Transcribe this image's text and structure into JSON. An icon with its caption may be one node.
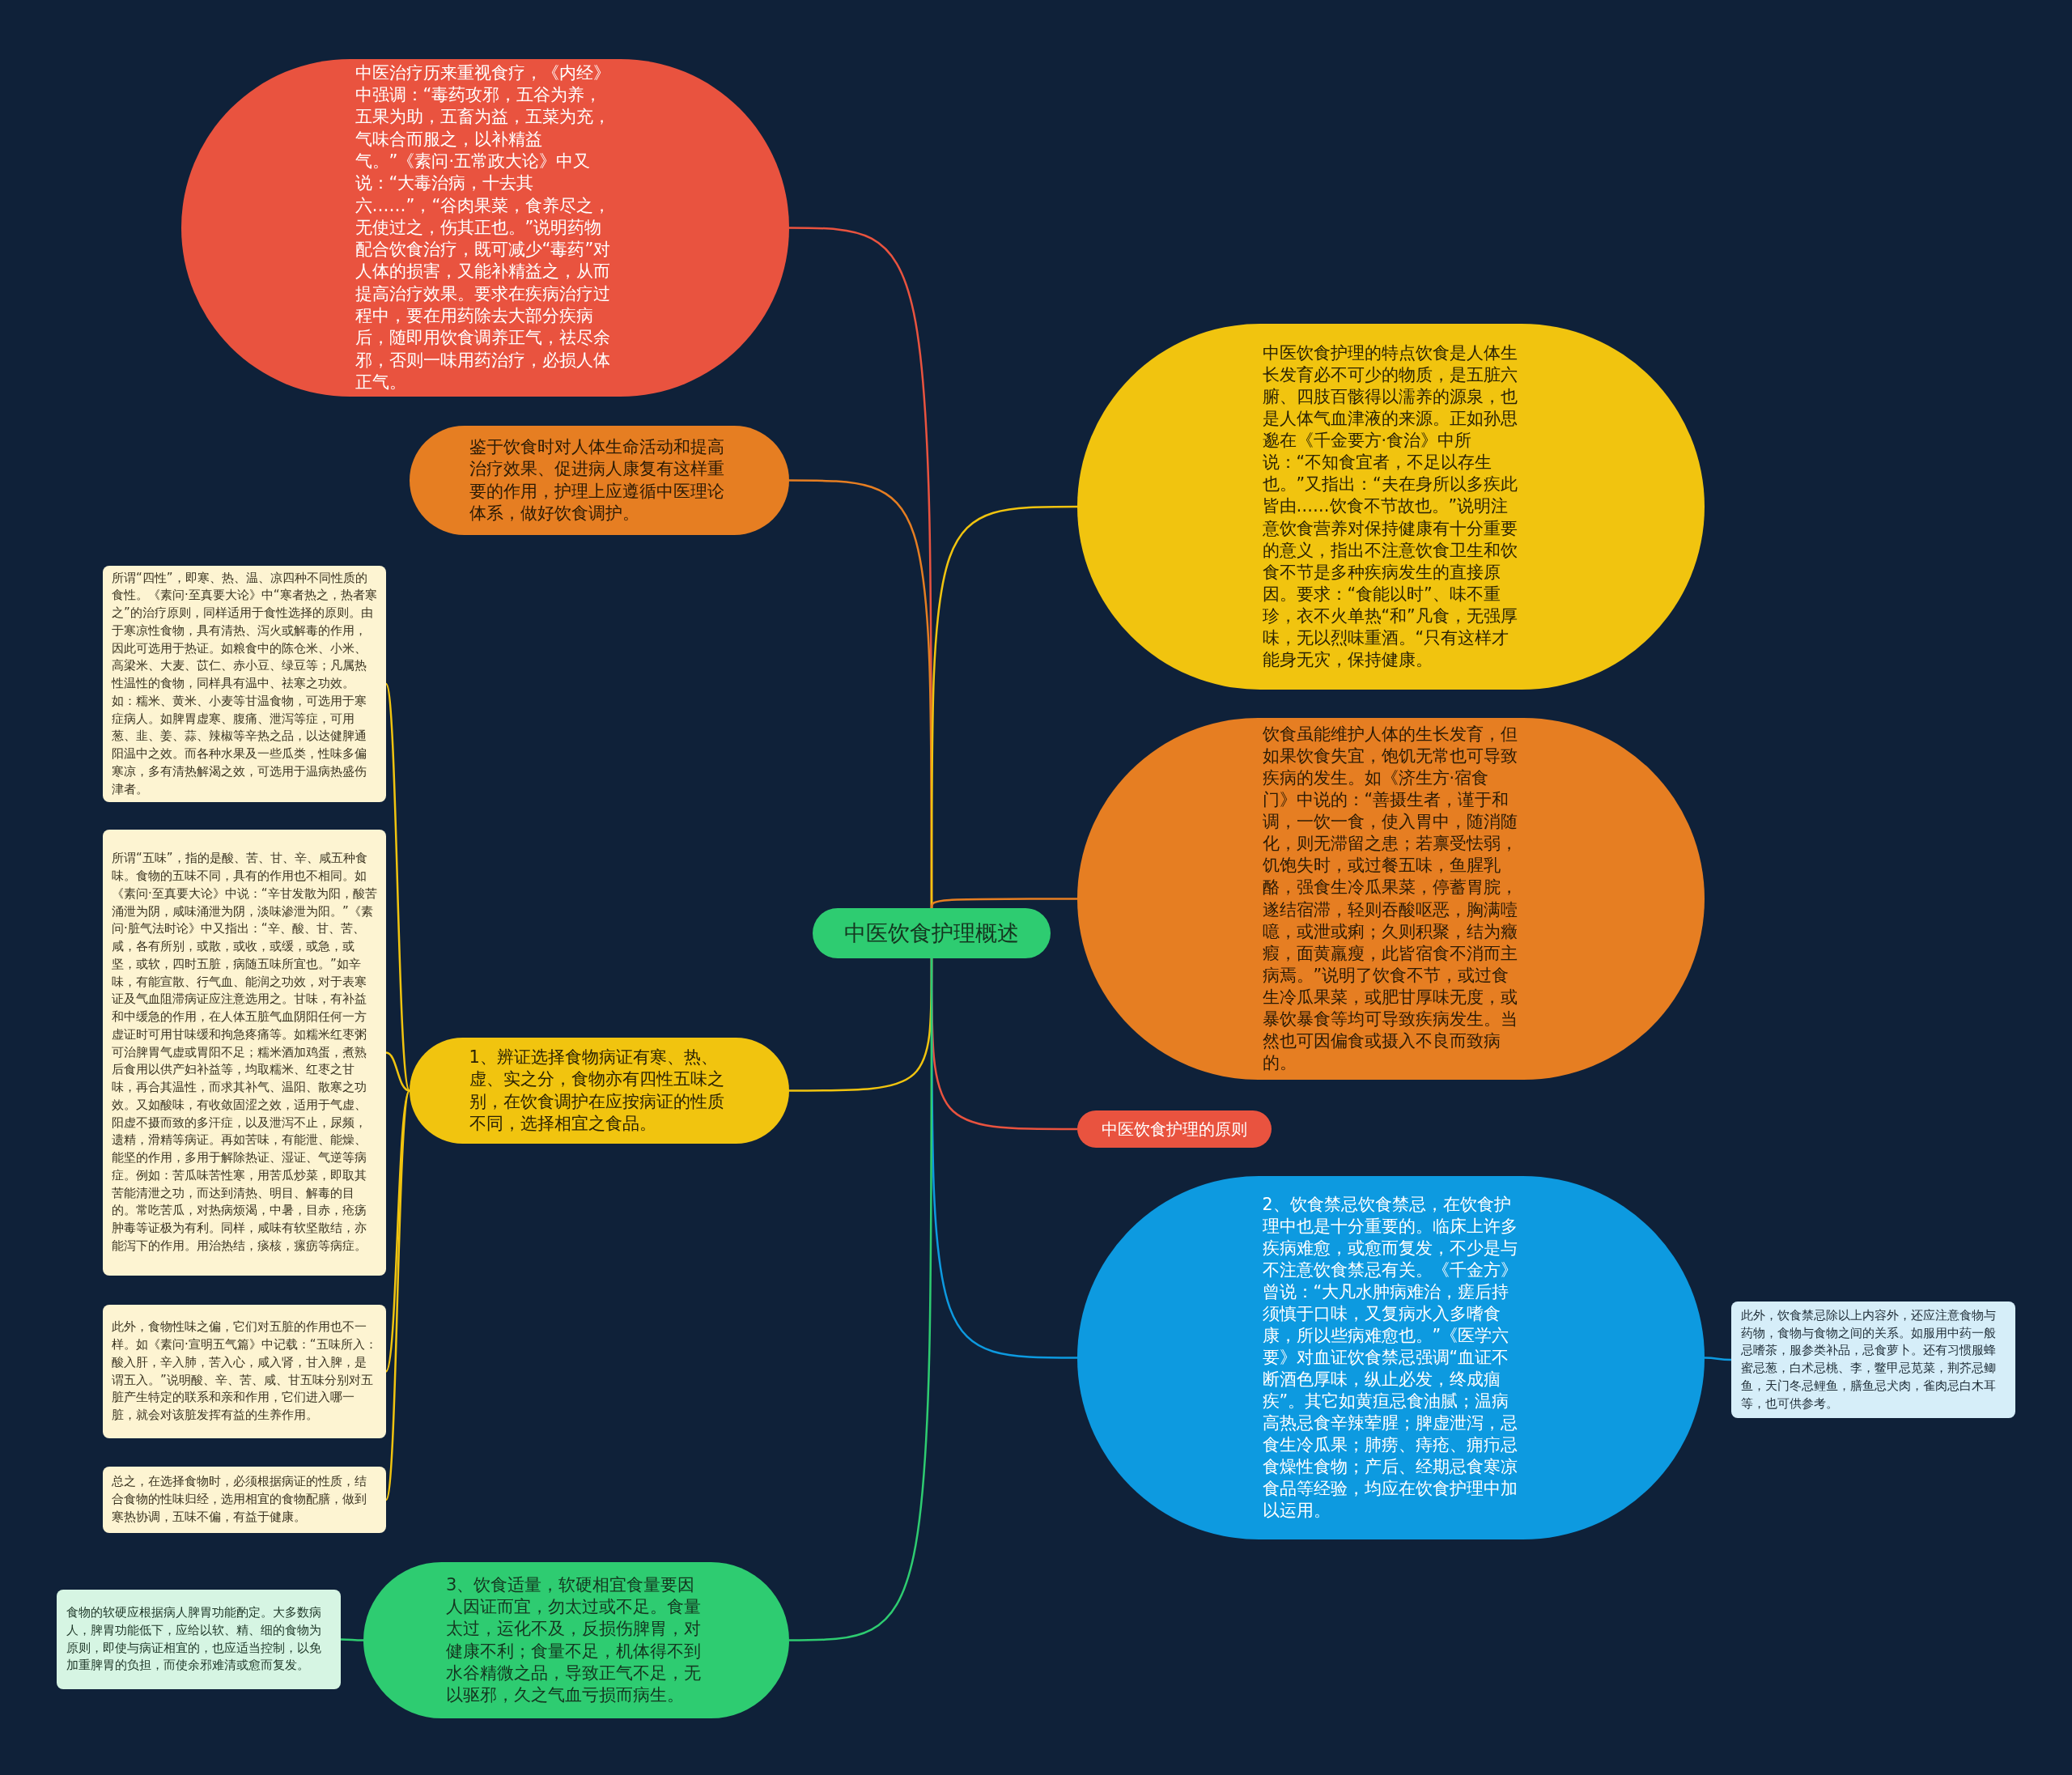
{
  "diagram": {
    "nodes": [
      {
        "text": [
          "中医饮食护理概述"
        ]
      },
      {
        "text": [
          "中医治疗历来重视食疗，《内经》中强调：“毒药攻邪，五谷为养，五果为助，五畜为益，五菜为充，气味合而服之，以补精益气。”《素问·五常政大论》中又说：“大毒治病，十去其六……”，“谷肉果菜，食养尽之，无使过之，伤其正也。”说明药物配合饮食治疗，既可减少“毒药”对人体的损害，又能补精益之，从而提高治疗效果。要求在疾病治疗过程中，要在用药除去大部分疾病后，随即用饮食调养正气，祛尽余邪，否则一味用药治疗，必损人体正气。"
        ]
      },
      {
        "text": [
          "鉴于饮食时对人体生命活动和提高治疗效果、促进病人康复有这样重要的作用，护理上应遵循中医理论体系，做好饮食调护。"
        ]
      },
      {
        "text": [
          "中医饮食护理的特点饮食是人体生长发育必不可少的物质，是五脏六腑、四肢百骸得以濡养的源泉，也是人体气血津液的来源。正如孙思邈在《千金要方·食治》中所说：“不知食宜者，不足以存生也。”又指出：“夫在身所以多疾此皆由……饮食不节故也。”说明注意饮食营养对保持健康有十分重要的意义，指出不注意饮食卫生和饮食不节是多种疾病发生的直接原因。要求：“食能以时”、味不重珍，衣不火单热“和”凡食，无强厚味，无以烈味重酒。“只有这样才能身无灾，保持健康。"
        ]
      },
      {
        "text": [
          "饮食虽能维护人体的生长发育，但如果饮食失宜，饱饥无常也可导致疾病的发生。如《济生方·宿食门》中说的：“善摄生者，谨于和调，一饮一食，使入胃中，随消随化，则无滞留之患；若禀受怯弱，饥饱失时，或过餐五味，鱼腥乳酪，强食生冷瓜果菜，停蓄胃脘，遂结宿滞，轻则吞酸呕恶，胸满噎噫，或泄或痢；久则积聚，结为癥瘕，面黄羸瘦，此皆宿食不消而主病焉。”说明了饮食不节，或过食生冷瓜果菜，或肥甘厚味无度，或暴饮暴食等均可导致疾病发生。当然也可因偏食或摄入不良而致病的。"
        ]
      },
      {
        "text": [
          "中医饮食护理的原则"
        ]
      },
      {
        "text": [
          "2、饮食禁忌饮食禁忌，在饮食护理中也是十分重要的。临床上许多疾病难愈，或愈而复发，不少是与不注意饮食禁忌有关。《千金方》曾说：“大凡水肿病难治，瘥后持须慎于口味，又复病水入多嗜食康，所以些病难愈也。”《医学六要》对血证饮食禁忌强调“血证不断酒色厚味，纵止必发，终成痼疾”。其它如黄疸忌食油腻；温病高热忌食辛辣荤腥；脾虚泄泻，忌食生冷瓜果；肺痨、痔疮、痈疖忌食燥性食物；产后、经期忌食寒凉食品等经验，均应在饮食护理中加以运用。"
        ]
      },
      {
        "text": [
          "此外，饮食禁忌除以上内容外，还应注意食物与药物，食物与食物之间的关系。如服用中药一般忌嗜茶，服参类补品，忌食萝卜。还有习惯服蜂蜜忌葱，白术忌桃、李，鳖甲忌苋菜，荆芥忌鲫鱼，天门冬忌鲤鱼，膳鱼忌犬肉，雀肉忌白木耳等，也可供参考。"
        ]
      },
      {
        "text": [
          "1、辨证选择食物病证有寒、热、虚、实之分，食物亦有四性五味之别，在饮食调护在应按病证的性质不同，选择相宜之食品。"
        ]
      },
      {
        "text": [
          "所谓“四性”，即寒、热、温、凉四种不同性质的食性。《素问·至真要大论》中“寒者热之，热者寒之”的治疗原则，同样适用于食性选择的原则。由于寒凉性食物，具有清热、泻火或解毒的作用，因此可选用于热证。如粮食中的陈仓米、小米、高梁米、大麦、苡仁、赤小豆、绿豆等；凡属热性温性的食物，同样具有温中、祛寒之功效。如：糯米、黄米、小麦等甘温食物，可选用于寒症病人。如脾胃虚寒、腹痛、泄泻等症，可用葱、韭、姜、蒜、辣椒等辛热之品，以达健脾通阳温中之效。而各种水果及一些瓜类，性味多偏寒凉，多有清热解渴之效，可选用于温病热盛伤津者。"
        ]
      },
      {
        "text": [
          "所谓“五味”，指的是酸、苦、甘、辛、咸五种食味。食物的五味不同，具有的作用也不相同。如《素问·至真要大论》中说：“辛甘发散为阳，酸苦涌泄为阴，咸味涌泄为阴，淡味渗泄为阳。”《素问·脏气法时论》中又指出：“辛、酸、甘、苦、咸，各有所别，或散，或收，或缓，或急，或坚，或软，四时五脏，病随五味所宜也。”如辛味，有能宣散、行气血、能润之功效，对于表寒证及气血阻滞病证应注意选用之。甘味，有补益和中缓急的作用，在人体五脏气血阴阳任何一方虚证时可用甘味缓和拘急疼痛等。如糯米红枣粥可治脾胃气虚或胃阳不足；糯米酒加鸡蛋，煮熟后食用以供产妇补益等，均取糯米、红枣之甘味，再合其温性，而求其补气、温阳、散寒之功效。又如酸味，有收敛固涩之效，适用于气虚、阳虚不摄而致的多汗症，以及泄泻不止，尿频，遗精，滑精等病证。再如苦味，有能泄、能燥、能坚的作用，多用于解除热证、湿证、气逆等病症。例如：苦瓜味苦性寒，用苦瓜炒菜，即取其苦能清泄之功，而达到清热、明目、解毒的目的。常吃苦瓜，对热病烦渴，中暑，目赤，疮疡肿毒等证极为有利。同样，咸味有软坚散结，亦能泻下的作用。用治热结，痰核，瘰疬等病症。"
        ]
      },
      {
        "text": [
          "此外，食物性味之偏，它们对五脏的作用也不一样。如《素问·宣明五气篇》中记载：“五味所入：酸入肝，辛入肺，苦入心，咸入肾，甘入脾，是谓五入。”说明酸、辛、苦、咸、甘五味分别对五脏产生特定的联系和亲和作用，它们进入哪一脏，就会对该脏发挥有益的生养作用。"
        ]
      },
      {
        "text": [
          "总之，在选择食物时，必须根据病证的性质，结合食物的性味归经，选用相宜的食物配膳，做到寒热协调，五味不偏，有益于健康。"
        ]
      },
      {
        "text": [
          "3、饮食适量，软硬相宜食量要因人因证而宜，勿太过或不足。食量太过，运化不及，反损伤脾胃，对健康不利；食量不足，机体得不到水谷精微之品，导致正气不足，无以驱邪，久之气血亏损而病生。"
        ]
      },
      {
        "text": [
          "食物的软硬应根据病人脾胃功能酌定。大多数病人，脾胃功能低下，应给以软、精、细的食物为原则，即使与病证相宜的，也应适当控制，以免加重脾胃的负担，而使余邪难清或愈而复发。"
        ]
      }
    ],
    "edges": [
      {
        "from": 0,
        "to": 1,
        "arrow": "none",
        "color": "#e9533f"
      },
      {
        "from": 0,
        "to": 2,
        "arrow": "none",
        "color": "#e67e22"
      },
      {
        "from": 0,
        "to": 3,
        "arrow": "none",
        "color": "#f1c40f"
      },
      {
        "from": 0,
        "to": 4,
        "arrow": "none",
        "color": "#e67e22"
      },
      {
        "from": 0,
        "to": 5,
        "arrow": "none",
        "color": "#e9533f"
      },
      {
        "from": 0,
        "to": 6,
        "arrow": "none",
        "color": "#0d9ae0"
      },
      {
        "from": 6,
        "to": 7,
        "arrow": "none",
        "color": "#0d9ae0"
      },
      {
        "from": 0,
        "to": 8,
        "arrow": "none",
        "color": "#f1c40f"
      },
      {
        "from": 8,
        "to": 9,
        "arrow": "none",
        "color": "#f1c40f"
      },
      {
        "from": 8,
        "to": 10,
        "arrow": "none",
        "color": "#f1c40f"
      },
      {
        "from": 8,
        "to": 11,
        "arrow": "none",
        "color": "#f1c40f"
      },
      {
        "from": 8,
        "to": 12,
        "arrow": "none",
        "color": "#f1c40f"
      },
      {
        "from": 0,
        "to": 13,
        "arrow": "none",
        "color": "#2ecc71"
      },
      {
        "from": 13,
        "to": 14,
        "arrow": "none",
        "color": "#2ecc71"
      }
    ]
  }
}
